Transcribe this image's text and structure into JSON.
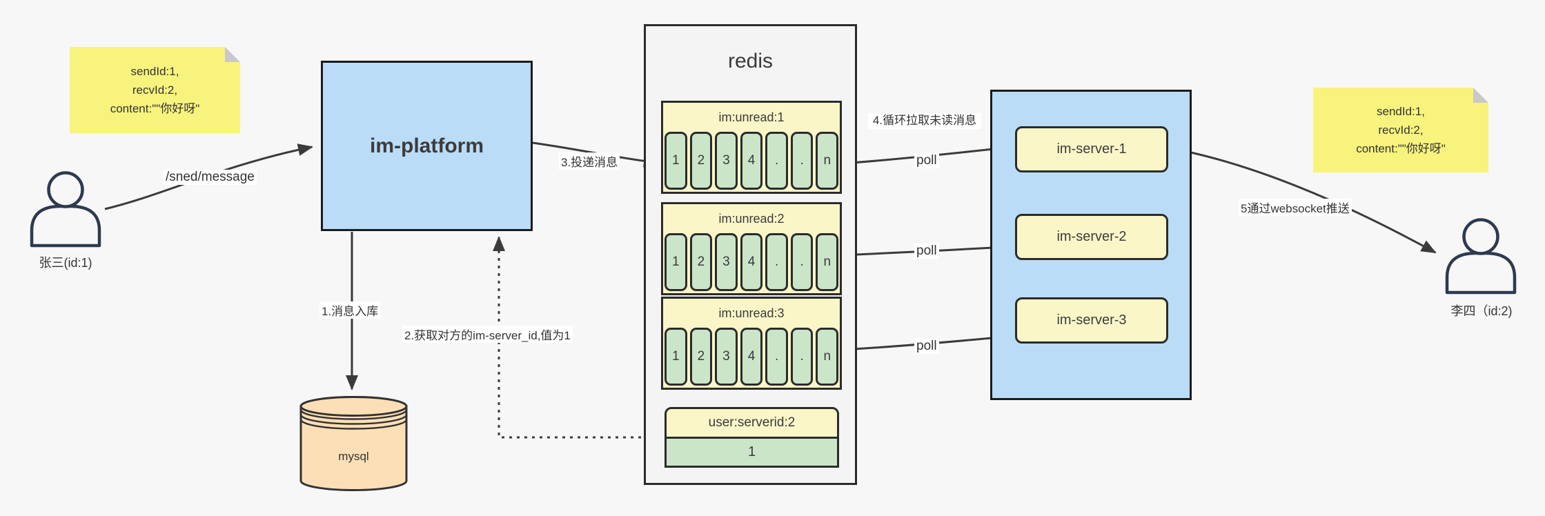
{
  "colors": {
    "background": "#f7f7f7",
    "container_blue": "#bbdcf6",
    "pale_yellow": "#fbf6c8",
    "cell_green": "#cbe5c9",
    "sticky_yellow": "#f8f37d",
    "mysql_orange": "#fcdfb6",
    "line_dark": "#3b3b3b"
  },
  "sticky_notes": {
    "left": {
      "lines": [
        "sendId:1,",
        "recvId:2,",
        "content:\"\"你好呀\""
      ]
    },
    "right": {
      "lines": [
        "sendId:1,",
        "recvId:2,",
        "content:\"\"你好呀\""
      ]
    }
  },
  "actors": {
    "sender": {
      "label": "张三(id:1)"
    },
    "receiver": {
      "label": "李四（id:2)"
    }
  },
  "platform": {
    "label": "im-platform"
  },
  "database": {
    "label": "mysql"
  },
  "redis": {
    "title": "redis",
    "queues": [
      {
        "header": "im:unread:1",
        "cells": [
          "1",
          "2",
          "3",
          "4",
          ".",
          ".",
          "n"
        ]
      },
      {
        "header": "im:unread:2",
        "cells": [
          "1",
          "2",
          "3",
          "4",
          ".",
          ".",
          "n"
        ]
      },
      {
        "header": "im:unread:3",
        "cells": [
          "1",
          "2",
          "3",
          "4",
          ".",
          ".",
          "n"
        ]
      }
    ],
    "kv": {
      "header": "user:serverid:2",
      "value": "1"
    }
  },
  "servers": {
    "items": [
      {
        "label": "im-server-1"
      },
      {
        "label": "im-server-2"
      },
      {
        "label": "im-server-3"
      }
    ]
  },
  "edge_labels": {
    "send": "/sned/message",
    "store": "1.消息入库",
    "fetch": "2.获取对方的im-server_id,值为1",
    "deliver": "3.投递消息",
    "pull": "4.循环拉取未读消息",
    "poll_1": "poll",
    "poll_2": "poll",
    "poll_3": "poll",
    "push": "5通过websocket推送"
  }
}
